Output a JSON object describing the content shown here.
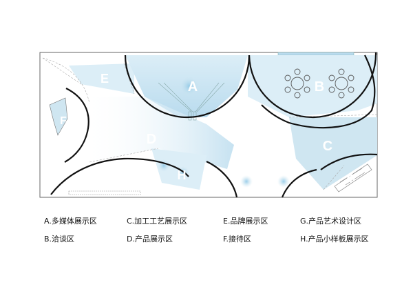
{
  "zones": {
    "a": "A",
    "b": "B",
    "c": "C",
    "d": "D",
    "e": "E",
    "f": "F",
    "g": "G",
    "h": "H"
  },
  "legend": [
    "A.多媒体展示区",
    "B.洽谈区",
    "C.加工工艺展示区",
    "D.产品展示区",
    "E.品牌展示区",
    "F.接待区",
    "G.产品艺术设计区",
    "H.产品小样板展示区"
  ],
  "colors": {
    "zone_fill": "#cfe6f1",
    "zone_glow": "#a9d4ea",
    "wall": "#111111",
    "border": "#666666"
  }
}
